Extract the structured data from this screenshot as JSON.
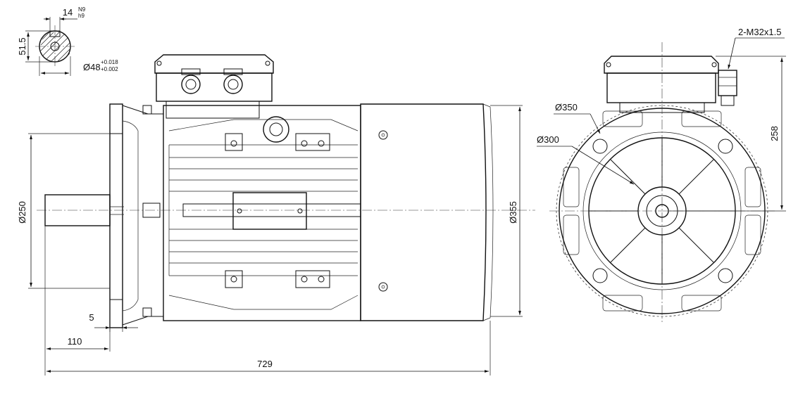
{
  "labels": {
    "key_width": "14",
    "key_tol_top": "N9",
    "key_tol_bottom": "h9",
    "key_height": "51.5",
    "shaft_dia": "Ø48",
    "shaft_tol_upper": "+0.018",
    "shaft_tol_lower": "+0.002",
    "flange_dia": "Ø250",
    "body_dia": "Ø355",
    "flange_thick": "5",
    "shaft_len": "110",
    "total_len": "729",
    "gland": "2-M32x1.5",
    "pcd": "Ø350",
    "spigot": "Ø300",
    "top_height": "258"
  }
}
